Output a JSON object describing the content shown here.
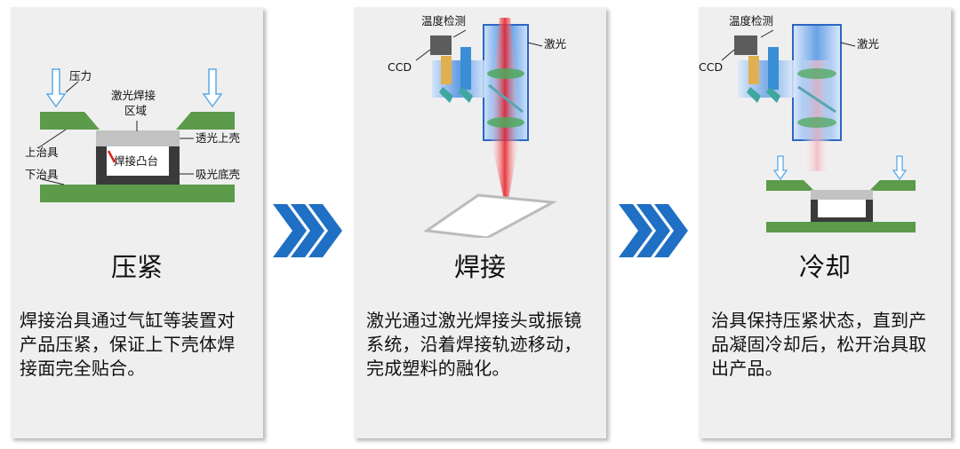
{
  "steps": [
    {
      "title": "压紧",
      "description": "焊接治具通过气缸等装置对产品压紧，保证上下壳体焊接面完全贴合。",
      "labels": {
        "pressure": "压力",
        "weld_zone_line1": "激光焊接",
        "weld_zone_line2": "区域",
        "upper_fixture": "上治具",
        "transparent_shell": "透光上壳",
        "weld_boss": "焊接凸台",
        "lower_fixture": "下治具",
        "absorbing_shell": "吸光底壳"
      }
    },
    {
      "title": "焊接",
      "description": "激光通过激光焊接头或振镜系统，沿着焊接轨迹移动，完成塑料的融化。",
      "labels": {
        "temp_detect": "温度检测",
        "ccd": "CCD",
        "laser": "激光"
      }
    },
    {
      "title": "冷却",
      "description": "治具保持压紧状态，直到产品凝固冷却后，松开治具取出产品。",
      "labels": {
        "temp_detect": "温度检测",
        "ccd": "CCD",
        "laser": "激光"
      }
    }
  ],
  "colors": {
    "fixture_green": "#5b9b4a",
    "chevron_blue": "#1f6fc4",
    "card_bg": "#efefef"
  }
}
